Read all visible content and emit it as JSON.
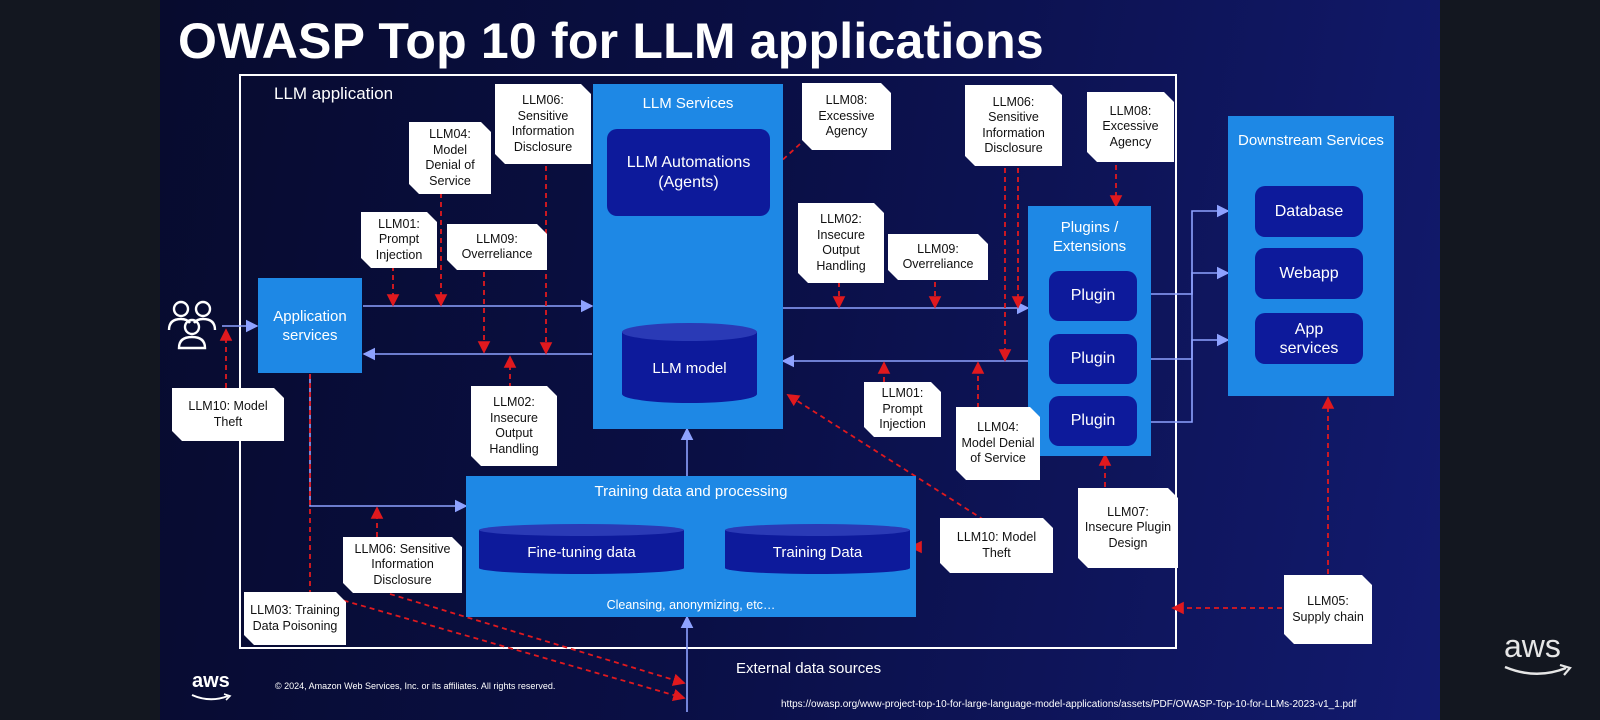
{
  "title": "OWASP Top 10 for LLM applications",
  "llm_app_label": "LLM application",
  "app_services": "Application services",
  "llm_services": {
    "title": "LLM Services",
    "automations": "LLM Automations (Agents)",
    "model": "LLM model"
  },
  "training": {
    "title": "Training data and processing",
    "fine_tuning": "Fine-tuning data",
    "training_data": "Training Data",
    "cleansing": "Cleansing, anonymizing, etc…"
  },
  "plugins": {
    "title": "Plugins / Extensions",
    "items": [
      "Plugin",
      "Plugin",
      "Plugin"
    ]
  },
  "downstream": {
    "title": "Downstream Services",
    "items": [
      "Database",
      "Webapp",
      "App services"
    ]
  },
  "external": "External data sources",
  "notes": {
    "llm06_top": "LLM06: Sensitive Information Disclosure",
    "llm04_top": "LLM04: Model Denial of Service",
    "llm01_top": "LLM01: Prompt Injection",
    "llm09_top": "LLM09: Overreliance",
    "llm08_left": "LLM08: Excessive Agency",
    "llm06_right": "LLM06: Sensitive Information Disclosure",
    "llm08_right": "LLM08: Excessive Agency",
    "llm02_right": "LLM02: Insecure Output Handling",
    "llm09_right": "LLM09: Overreliance",
    "llm10_left": "LLM10: Model Theft",
    "llm02_mid": "LLM02: Insecure Output Handling",
    "llm01_mid": "LLM01: Prompt Injection",
    "llm04_mid": "LLM04: Model Denial of Service",
    "llm07": "LLM07: Insecure Plugin Design",
    "llm10_right": "LLM10: Model Theft",
    "llm06_bottom": "LLM06: Sensitive Information Disclosure",
    "llm03": "LLM03: Training Data Poisoning",
    "llm05": "LLM05: Supply chain"
  },
  "footer": {
    "aws": "aws",
    "copyright": "© 2024, Amazon Web Services, Inc. or its affiliates. All rights reserved.",
    "url": "https://owasp.org/www-project-top-10-for-large-language-model-applications/assets/PDF/OWASP-Top-10-for-LLMs-2023-v1_1.pdf"
  },
  "watermark": "aws",
  "colors": {
    "flow": "#8ea2ff",
    "threat": "#e0191e",
    "panel": "#1e88e5",
    "inner": "#0d1a9b"
  }
}
